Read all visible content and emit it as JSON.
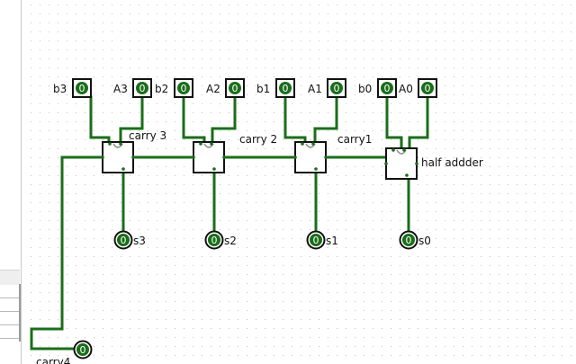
{
  "app": {
    "view": "circuit-canvas"
  },
  "circuit": {
    "title": "4-bit ripple carry adder",
    "colors": {
      "wire": "#1a6e1a",
      "gate_stroke": "#111111",
      "pin_fill": "#1a6e1a",
      "grid_dot": "#c4c4c4",
      "background": "#ffffff"
    },
    "inputs": [
      {
        "id": "b3",
        "label": "b3",
        "value": "0"
      },
      {
        "id": "A3",
        "label": "A3",
        "value": "0"
      },
      {
        "id": "b2",
        "label": "b2",
        "value": "0"
      },
      {
        "id": "A2",
        "label": "A2",
        "value": "0"
      },
      {
        "id": "b1",
        "label": "b1",
        "value": "0"
      },
      {
        "id": "A1",
        "label": "A1",
        "value": "0"
      },
      {
        "id": "b0",
        "label": "b0",
        "value": "0"
      },
      {
        "id": "A0",
        "label": "A0",
        "value": "0"
      }
    ],
    "components": [
      {
        "id": "fa3",
        "type": "full-adder",
        "label": "carry 3"
      },
      {
        "id": "fa2",
        "type": "full-adder",
        "label": "carry 2"
      },
      {
        "id": "fa1",
        "type": "full-adder",
        "label": "carry1"
      },
      {
        "id": "ha0",
        "type": "half-adder",
        "label": "half addder"
      }
    ],
    "outputs": [
      {
        "id": "s3",
        "label": "s3",
        "value": "0"
      },
      {
        "id": "s2",
        "label": "s2",
        "value": "0"
      },
      {
        "id": "s1",
        "label": "s1",
        "value": "0"
      },
      {
        "id": "s0",
        "label": "s0",
        "value": "0"
      },
      {
        "id": "carry4",
        "label": "carry4",
        "value": "0"
      }
    ]
  }
}
